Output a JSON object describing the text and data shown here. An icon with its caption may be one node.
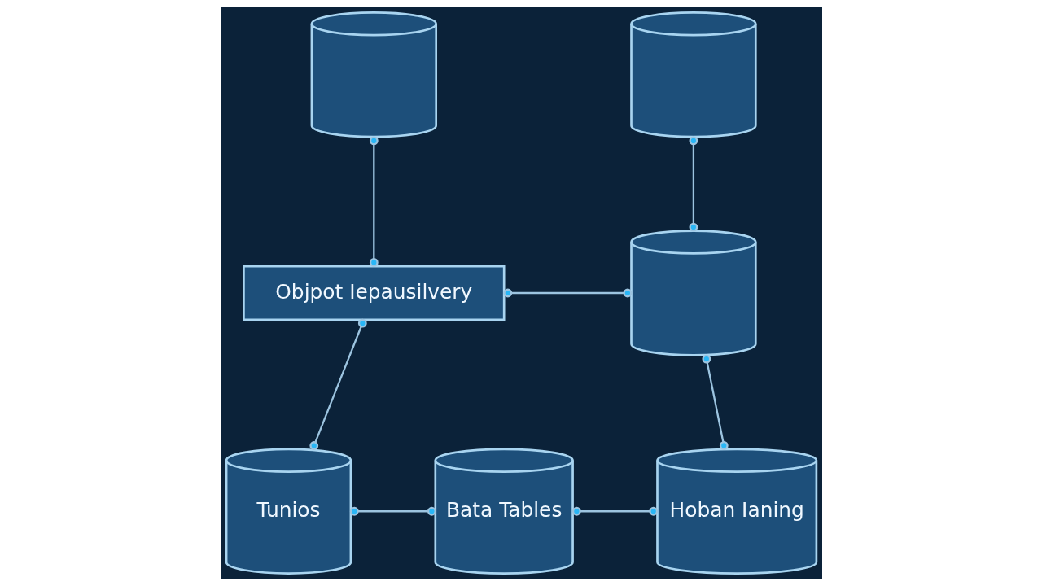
{
  "diagram": {
    "nodes": [
      {
        "text": [],
        "shape": "cylinder"
      },
      {
        "text": [],
        "shape": "cylinder"
      },
      {
        "text": [
          "Objpot Iepausilvery"
        ]
      },
      {
        "text": [],
        "shape": "cylinder"
      },
      {
        "text": [
          "Tunios"
        ]
      },
      {
        "text": [
          "Bata Tables"
        ]
      },
      {
        "text": [
          "Hoban Ianing"
        ]
      }
    ],
    "edges": [
      {
        "from": 0,
        "to": 2,
        "arrow": "other"
      },
      {
        "from": 1,
        "to": 3,
        "arrow": "other"
      },
      {
        "from": 2,
        "to": 3,
        "arrow": "other"
      },
      {
        "from": 3,
        "to": 6,
        "arrow": "other"
      },
      {
        "from": 2,
        "to": 4,
        "arrow": "other"
      },
      {
        "from": 4,
        "to": 5,
        "arrow": "other"
      },
      {
        "from": 5,
        "to": 6,
        "arrow": "other"
      }
    ]
  }
}
